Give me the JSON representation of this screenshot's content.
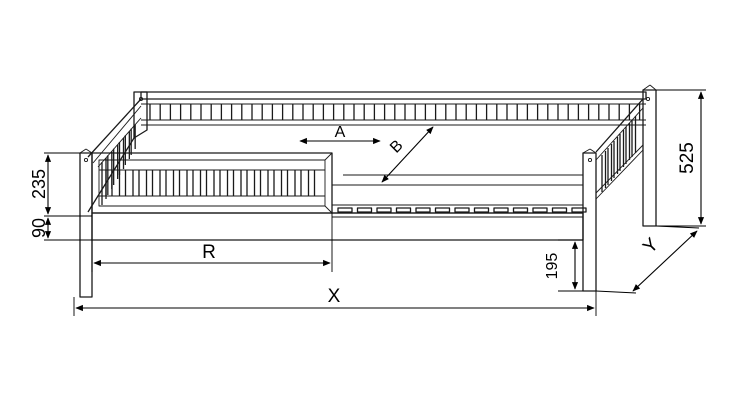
{
  "dimensions": {
    "height_total": "525",
    "guard_height": "235",
    "frame_height": "90",
    "clearance": "195",
    "length": "X",
    "width": "Y",
    "guard_length": "R",
    "opening": "A",
    "depth": "B"
  },
  "colors": {
    "line": "#1a1a1a",
    "background": "#ffffff"
  }
}
